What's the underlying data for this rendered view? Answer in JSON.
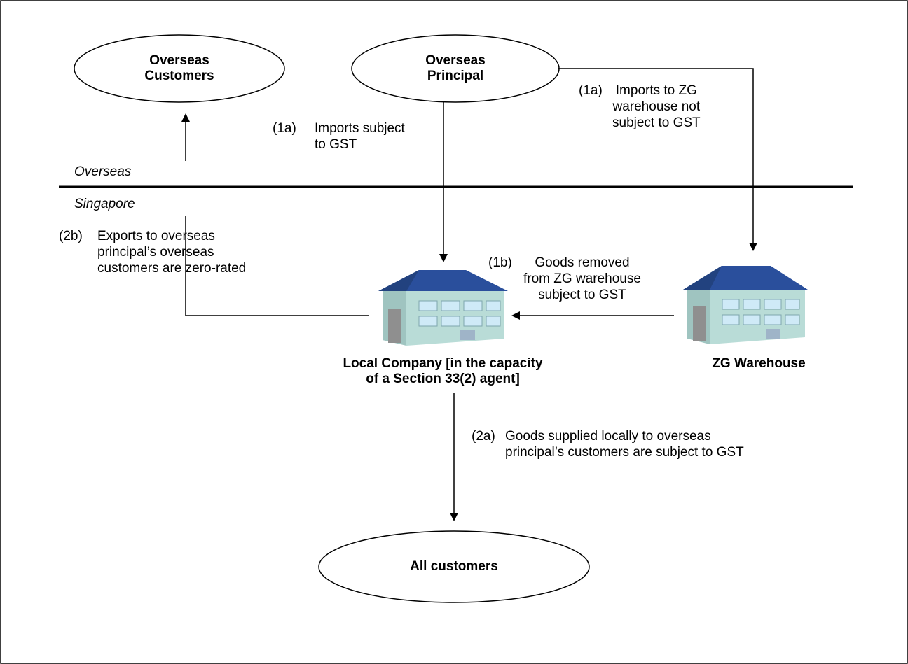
{
  "nodes": {
    "overseas_customers": {
      "line1": "Overseas",
      "line2": "Customers"
    },
    "overseas_principal": {
      "line1": "Overseas",
      "line2": "Principal"
    },
    "all_customers": {
      "label": "All customers"
    },
    "local_company": {
      "line1": "Local Company [in the capacity",
      "line2": "of a Section 33(2) agent]"
    },
    "zg_warehouse": {
      "label": "ZG Warehouse"
    }
  },
  "regions": {
    "overseas": "Overseas",
    "singapore": "Singapore"
  },
  "flows": {
    "imports_gst": {
      "code": "(1a)",
      "line1": "Imports subject",
      "line2": "to GST"
    },
    "imports_zg": {
      "code": "(1a)",
      "line1": "Imports to ZG",
      "line2": "warehouse not",
      "line3": "subject to GST"
    },
    "removed_zg": {
      "code": "(1b)",
      "line1": "Goods removed",
      "line2": "from ZG warehouse",
      "line3": "subject to GST"
    },
    "exports": {
      "code": "(2b)",
      "line1": "Exports to overseas",
      "line2": "principal’s overseas",
      "line3": "customers are zero-rated"
    },
    "local_supply": {
      "code": "(2a)",
      "line1": "Goods supplied locally to overseas",
      "line2": "principal’s customers are subject to GST"
    }
  },
  "colors": {
    "roof": "#2a4f9c",
    "wall": "#b9dcd7",
    "window": "#cfeaf7",
    "door": "#8f8f8f"
  }
}
